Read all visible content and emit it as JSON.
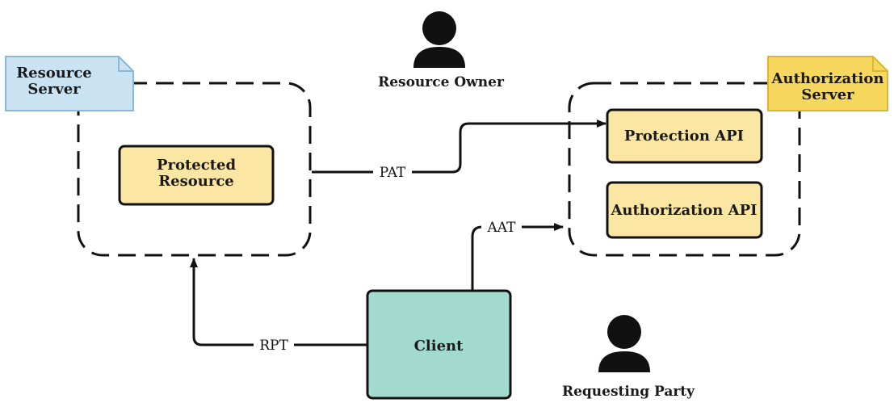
{
  "actors": {
    "resource_owner": {
      "label": "Resource Owner",
      "icon": "person-icon"
    },
    "requesting_party": {
      "label": "Requesting Party",
      "icon": "person-icon"
    }
  },
  "servers": {
    "resource_server": {
      "tag": [
        "Resource",
        "Server"
      ],
      "tag_color": "#c9e3f3"
    },
    "authorization_server": {
      "tag": [
        "Authorization",
        "Server"
      ],
      "tag_color": "#f8d75e"
    }
  },
  "components": {
    "protected_resource": [
      "Protected",
      "Resource"
    ],
    "protection_api": "Protection API",
    "authorization_api": "Authorization API",
    "client": "Client"
  },
  "edges": {
    "pat": "PAT",
    "aat": "AAT",
    "rpt": "RPT"
  },
  "colors": {
    "component_fill": "#fbe6a4",
    "client_fill": "#a2dace",
    "stroke": "#111111"
  }
}
